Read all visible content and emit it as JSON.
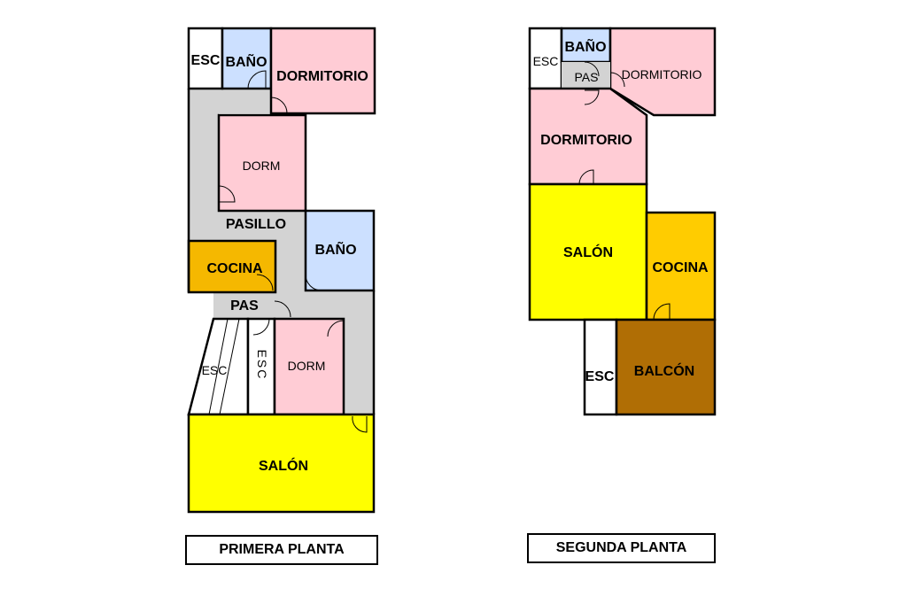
{
  "colors": {
    "dormitorio": "#FFCCD5",
    "bano": "#CCE0FF",
    "pasillo": "#D3D3D3",
    "cocina_1": "#F5B800",
    "cocina_2": "#FFCC00",
    "salon": "#FFFF00",
    "balcon": "#B06E05",
    "escalera": "#FFFFFF"
  },
  "primera_planta": {
    "caption": "PRIMERA PLANTA",
    "rooms": {
      "esc_top": "ESC",
      "bano_top": "BAÑO",
      "dormitorio": "DORMITORIO",
      "dorm_upper": "DORM",
      "pasillo": "PASILLO",
      "bano_mid": "BAÑO",
      "cocina": "COCINA",
      "pas": "PAS",
      "esc_left": "ESC",
      "esc_vertical": "ESC",
      "dorm_lower": "DORM",
      "salon": "SALÓN"
    }
  },
  "segunda_planta": {
    "caption": "SEGUNDA PLANTA",
    "rooms": {
      "esc_top": "ESC",
      "bano": "BAÑO",
      "pas": "PAS",
      "dormitorio_small": "DORMITORIO",
      "dormitorio": "DORMITORIO",
      "salon": "SALÓN",
      "cocina": "COCINA",
      "esc_bottom": "ESC",
      "balcon": "BALCÓN"
    }
  }
}
